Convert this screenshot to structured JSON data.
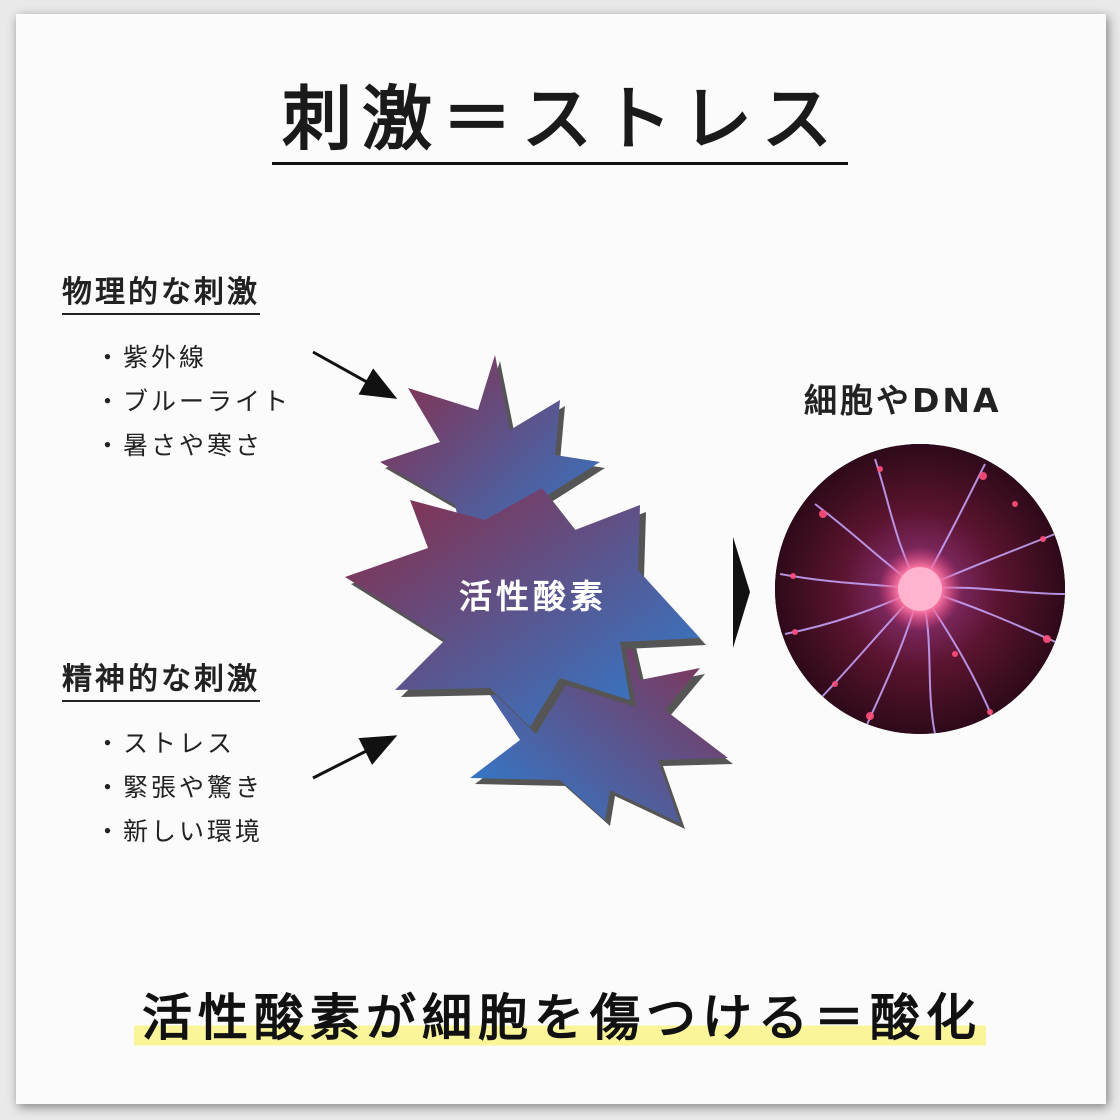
{
  "title": "刺激＝ストレス",
  "physical": {
    "heading": "物理的な刺激",
    "items": [
      "紫外線",
      "ブルーライト",
      "暑さや寒さ"
    ]
  },
  "mental": {
    "heading": "精神的な刺激",
    "items": [
      "ストレス",
      "緊張や驚き",
      "新しい環境"
    ]
  },
  "center_label": "活性酸素",
  "cell_label": "細胞やDNA",
  "conclusion": "活性酸素が細胞を傷つける＝酸化",
  "colors": {
    "burst_red": "#8b2a45",
    "burst_blue": "#2b7fd4",
    "highlight": "#fbf59a",
    "text": "#222222"
  }
}
